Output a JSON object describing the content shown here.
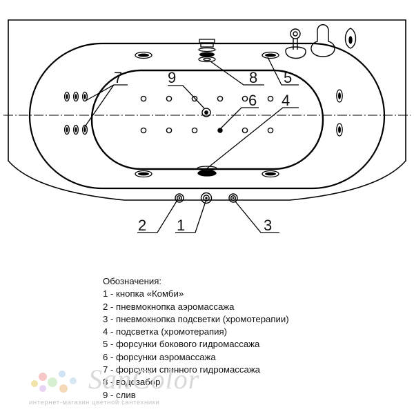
{
  "callouts": [
    "1",
    "2",
    "3",
    "4",
    "5",
    "6",
    "7",
    "8",
    "9"
  ],
  "legend": {
    "title": "Обозначения:",
    "items": [
      "1 - кнопка «Комби»",
      "2 - пневмокнопка аэромассажа",
      "3 - пневмокнопка подсветки (хромотерапии)",
      "4 - подсветка (хромотерапия)",
      "5 - форсунки бокового гидромассажа",
      "6 - форсунки аэромассажа",
      "7 - форсунки спинного гидромассажа",
      "8 - водозабор",
      "9 - слив"
    ]
  },
  "watermark": {
    "brand": "SanColor",
    "tagline": "интернет-магазин цветной сантехники"
  },
  "colors": {
    "line": "#000000",
    "watermark": "#d9d9d9"
  }
}
